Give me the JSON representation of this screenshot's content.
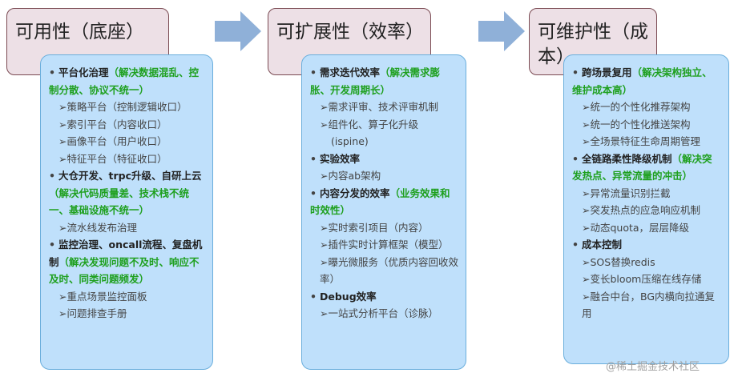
{
  "columns": [
    {
      "title": "可用性（底座）",
      "sections": [
        {
          "head": "平台化治理",
          "desc": "（解决数据混乱、控制分散、协议不统一）",
          "items": [
            "策略平台（控制逻辑收口）",
            "索引平台（内容收口）",
            "画像平台（用户收口）",
            "特征平台（特征收口）"
          ]
        },
        {
          "head": "大仓开发、trpc升级、自研上云",
          "desc": "（解决代码质量差、技术栈不统一、基础设施不统一）",
          "items": [
            "流水线发布治理"
          ]
        },
        {
          "head": "监控治理、oncall流程、复盘机制",
          "desc": "（解决发现问题不及时、响应不及时、同类问题频发）",
          "items": [
            "重点场景监控面板",
            "问题排查手册"
          ]
        }
      ]
    },
    {
      "title": "可扩展性（效率）",
      "sections": [
        {
          "head": "需求迭代效率",
          "desc": "（解决需求膨胀、开发周期长）",
          "items": [
            "需求评审、技术评审机制",
            "组件化、算子化升级",
            "(ispine)"
          ]
        },
        {
          "head": "实验效率",
          "desc": "",
          "items": [
            "内容ab架构"
          ]
        },
        {
          "head": "内容分发的效率",
          "desc": "（业务效果和时效性）",
          "items": [
            "实时索引项目（内容）",
            "插件实时计算框架（模型）",
            "曝光微服务（优质内容回收效率）"
          ]
        },
        {
          "head": "Debug效率",
          "desc": "",
          "items": [
            "一站式分析平台（诊脉）"
          ]
        }
      ]
    },
    {
      "title": "可维护性（成本）",
      "sections": [
        {
          "head": "跨场景复用",
          "desc": "（解决架构独立、维护成本高）",
          "items": [
            "统一的个性化推荐架构",
            "统一的个性化推送架构",
            "全场景特征生命周期管理"
          ]
        },
        {
          "head": "全链路柔性降级机制",
          "desc": "（解决突发热点、异常流量的冲击）",
          "items": [
            "异常流量识别拦截",
            "突发热点的应急响应机制",
            "动态quota，层层降级"
          ]
        },
        {
          "head": "成本控制",
          "desc": "",
          "items": [
            "SOS替换redis",
            "变长bloom压缩在线存储",
            "融合中台，BG内横向拉通复用"
          ]
        }
      ]
    }
  ],
  "watermark": "@稀土掘金技术社区",
  "colors": {
    "header_bg": "#ede0e6",
    "card_bg": "#bfe0fb",
    "arrow": "#8fb0d8",
    "green": "#1fa01f"
  }
}
